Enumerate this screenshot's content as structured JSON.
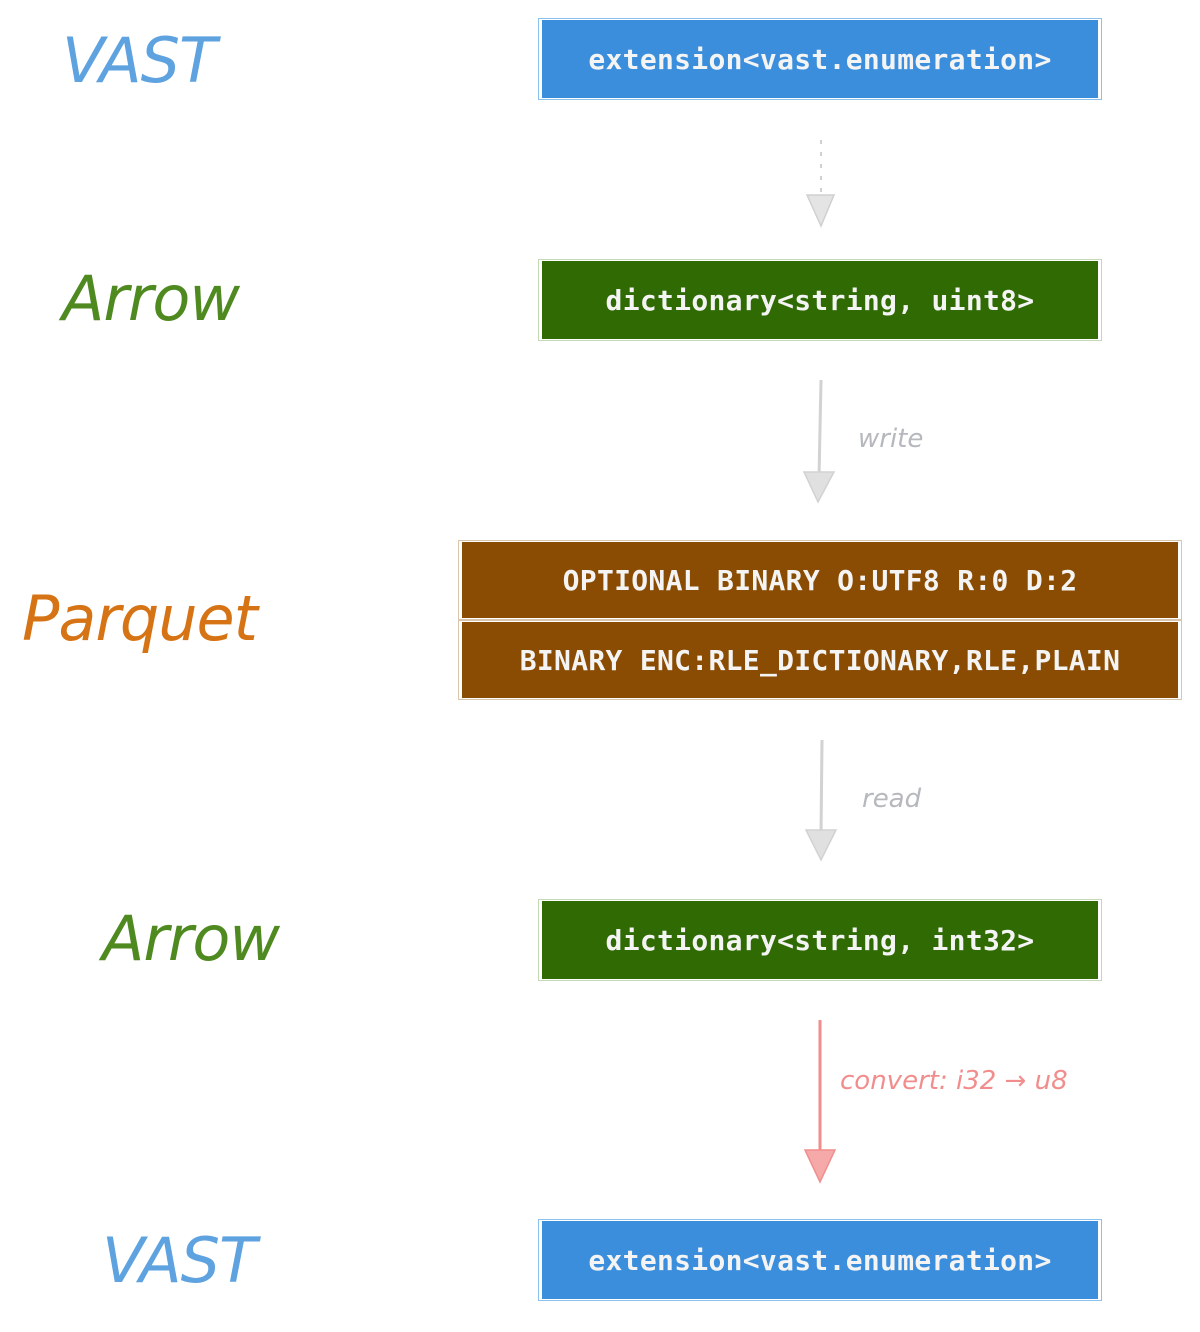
{
  "colors": {
    "vast": "#5ea2e0",
    "arrow": "#4f8a20",
    "parquet": "#d67314",
    "vast_box": "#3b8edb",
    "arrow_box": "#2f6a03",
    "parquet_box": "#8a4c02",
    "edge_muted": "#c8c8c8",
    "edge_convert": "#f28d8d"
  },
  "layers": [
    {
      "label": "VAST"
    },
    {
      "label": "Arrow"
    },
    {
      "label": "Parquet"
    },
    {
      "label": "Arrow"
    },
    {
      "label": "VAST"
    }
  ],
  "boxes": {
    "vast_top": "extension<vast.enumeration>",
    "arrow_top": "dictionary<string, uint8>",
    "parquet_row1": "OPTIONAL BINARY O:UTF8 R:0 D:2",
    "parquet_row2": "BINARY ENC:RLE_DICTIONARY,RLE,PLAIN",
    "arrow_bottom": "dictionary<string, int32>",
    "vast_bottom": "extension<vast.enumeration>"
  },
  "edges": {
    "write": "write",
    "read": "read",
    "convert": "convert: i32 → u8"
  }
}
